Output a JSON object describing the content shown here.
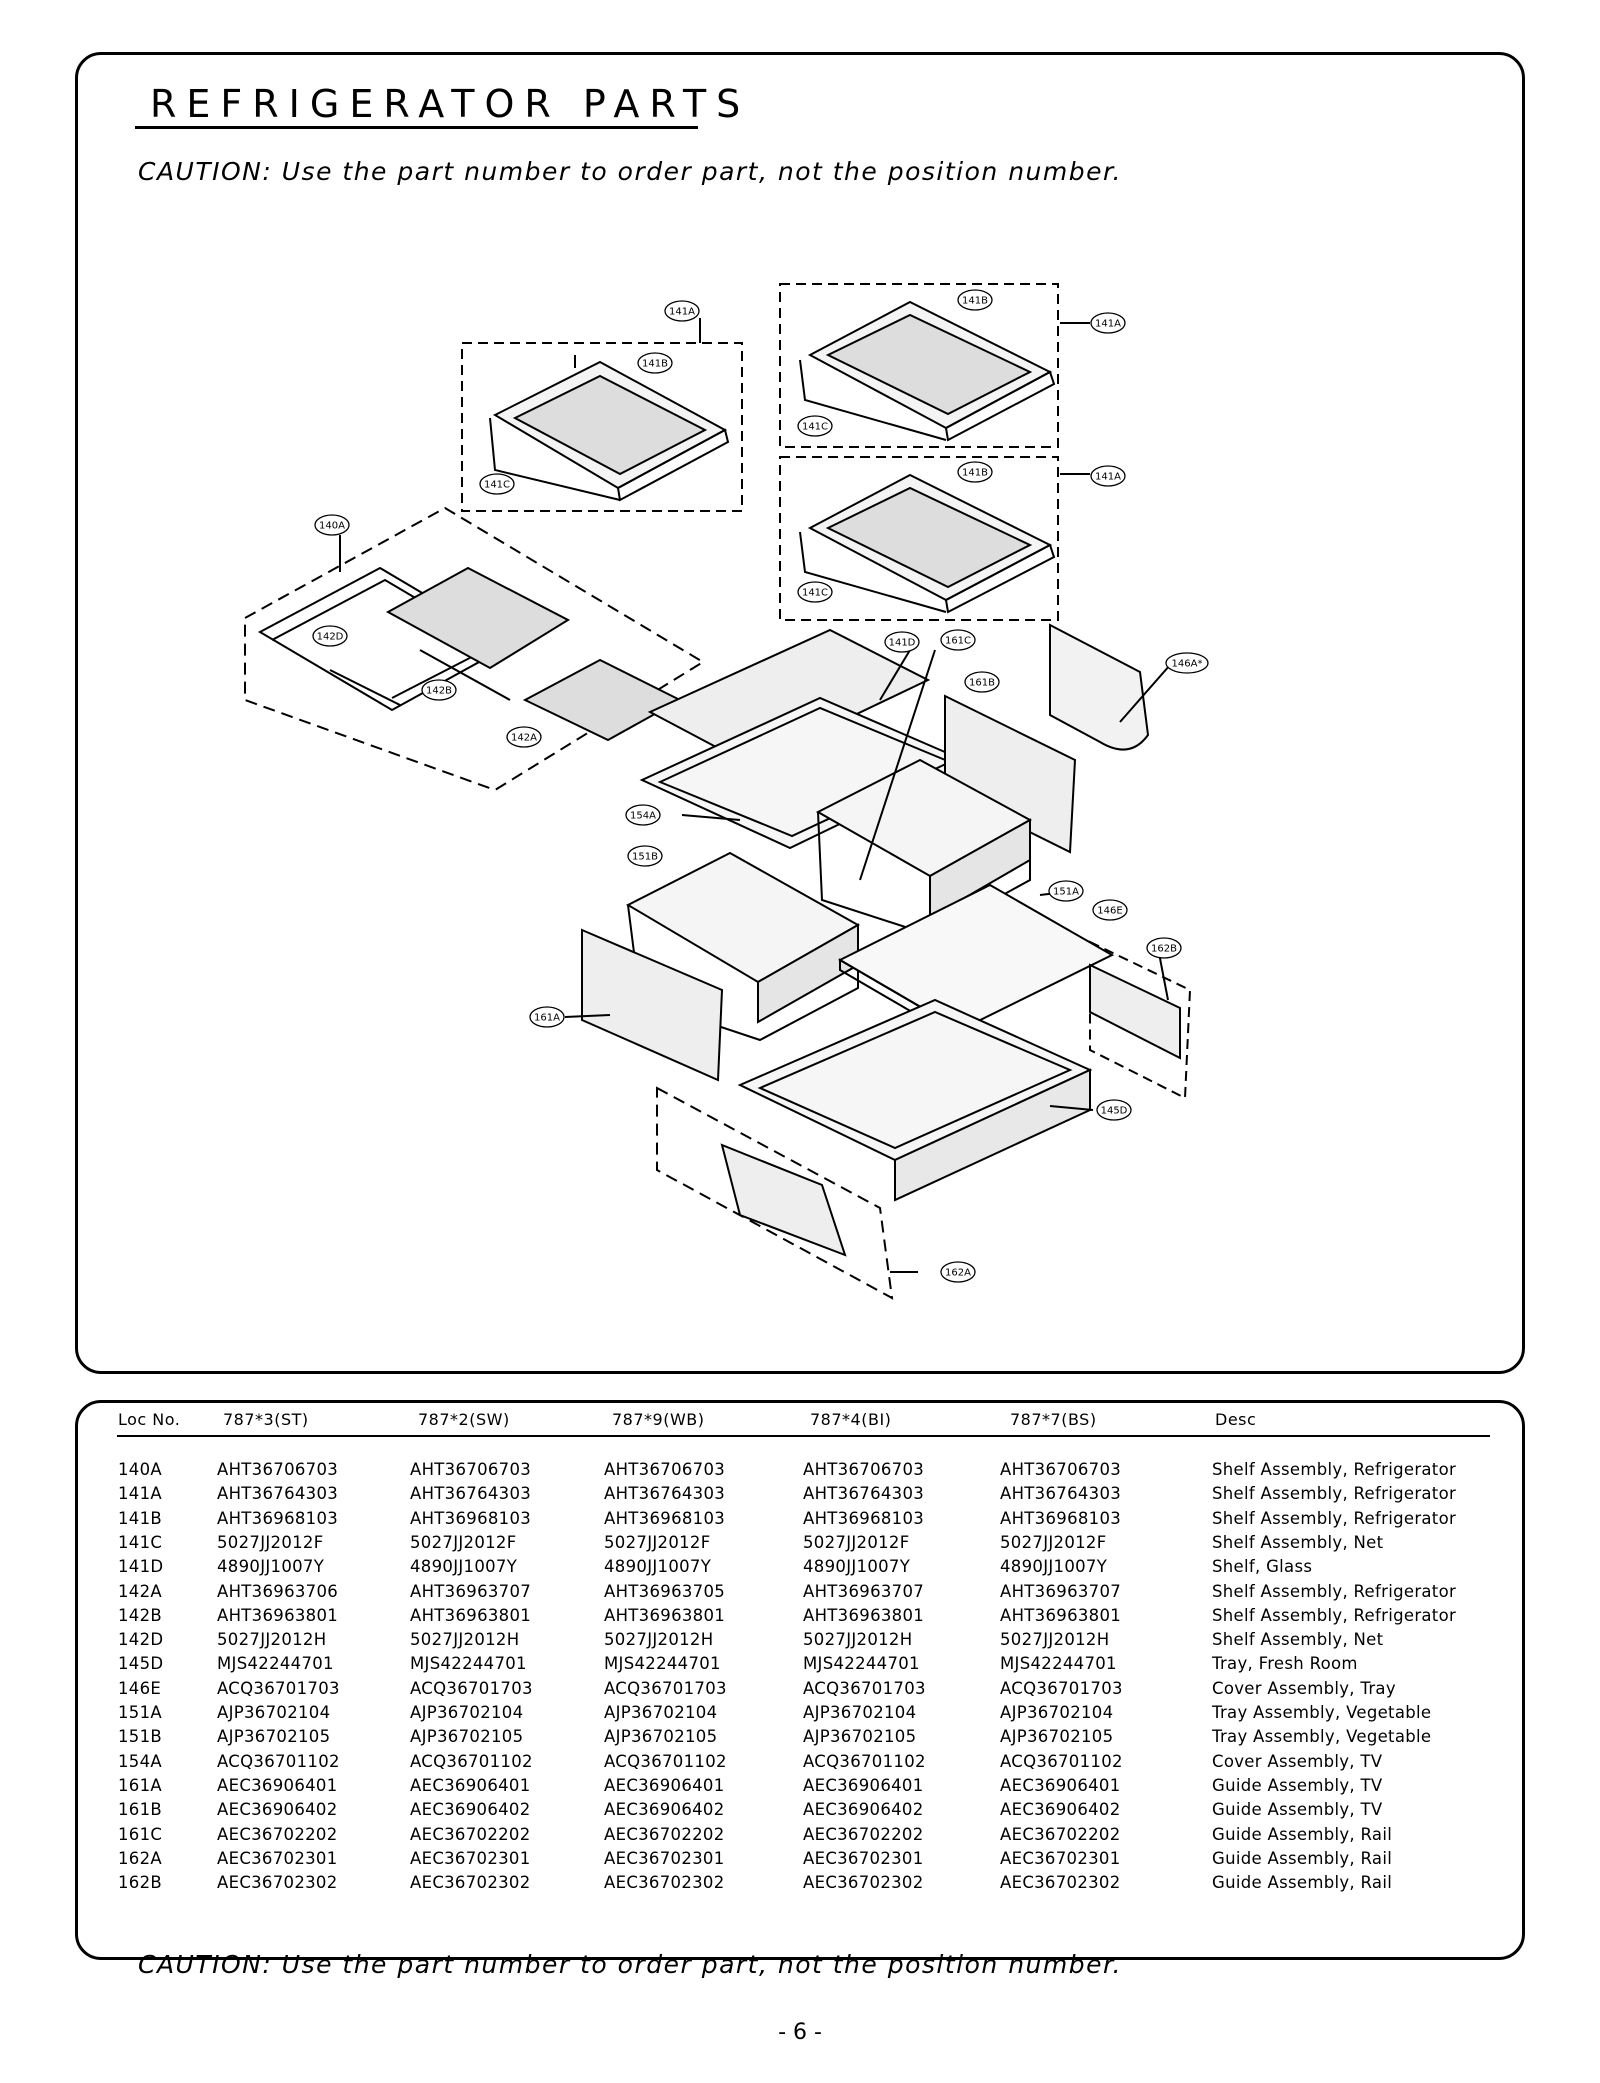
{
  "header": {
    "title": "REFRIGERATOR PARTS",
    "caution_top": "CAUTION: Use the part number to order part, not the position number."
  },
  "diagram": {
    "callouts": [
      "141A",
      "141B",
      "141C",
      "141B",
      "141A",
      "141C",
      "141B",
      "141A",
      "141C",
      "140A",
      "142D",
      "142B",
      "142A",
      "141D",
      "161C",
      "161B",
      "146A*",
      "154A",
      "151B",
      "151A",
      "146E",
      "162B",
      "161A",
      "145D",
      "162A"
    ]
  },
  "table": {
    "columns": [
      "Loc No.",
      "787*3(ST)",
      "787*2(SW)",
      "787*9(WB)",
      "787*4(BI)",
      "787*7(BS)",
      "Desc"
    ],
    "rows": [
      [
        "140A",
        "AHT36706703",
        "AHT36706703",
        "AHT36706703",
        "AHT36706703",
        "AHT36706703",
        "Shelf Assembly, Refrigerator"
      ],
      [
        "141A",
        "AHT36764303",
        "AHT36764303",
        "AHT36764303",
        "AHT36764303",
        "AHT36764303",
        "Shelf Assembly, Refrigerator"
      ],
      [
        "141B",
        "AHT36968103",
        "AHT36968103",
        "AHT36968103",
        "AHT36968103",
        "AHT36968103",
        "Shelf Assembly, Refrigerator"
      ],
      [
        "141C",
        "5027JJ2012F",
        "5027JJ2012F",
        "5027JJ2012F",
        "5027JJ2012F",
        "5027JJ2012F",
        "Shelf Assembly, Net"
      ],
      [
        "141D",
        "4890JJ1007Y",
        "4890JJ1007Y",
        "4890JJ1007Y",
        "4890JJ1007Y",
        "4890JJ1007Y",
        "Shelf, Glass"
      ],
      [
        "142A",
        "AHT36963706",
        "AHT36963707",
        "AHT36963705",
        "AHT36963707",
        "AHT36963707",
        "Shelf Assembly, Refrigerator"
      ],
      [
        "142B",
        "AHT36963801",
        "AHT36963801",
        "AHT36963801",
        "AHT36963801",
        "AHT36963801",
        "Shelf Assembly, Refrigerator"
      ],
      [
        "142D",
        "5027JJ2012H",
        "5027JJ2012H",
        "5027JJ2012H",
        "5027JJ2012H",
        "5027JJ2012H",
        "Shelf Assembly, Net"
      ],
      [
        "145D",
        "MJS42244701",
        "MJS42244701",
        "MJS42244701",
        "MJS42244701",
        "MJS42244701",
        "Tray, Fresh Room"
      ],
      [
        "146E",
        "ACQ36701703",
        "ACQ36701703",
        "ACQ36701703",
        "ACQ36701703",
        "ACQ36701703",
        "Cover Assembly, Tray"
      ],
      [
        "151A",
        "AJP36702104",
        "AJP36702104",
        "AJP36702104",
        "AJP36702104",
        "AJP36702104",
        "Tray Assembly, Vegetable"
      ],
      [
        "151B",
        "AJP36702105",
        "AJP36702105",
        "AJP36702105",
        "AJP36702105",
        "AJP36702105",
        "Tray Assembly, Vegetable"
      ],
      [
        "154A",
        "ACQ36701102",
        "ACQ36701102",
        "ACQ36701102",
        "ACQ36701102",
        "ACQ36701102",
        "Cover Assembly, TV"
      ],
      [
        "161A",
        "AEC36906401",
        "AEC36906401",
        "AEC36906401",
        "AEC36906401",
        "AEC36906401",
        "Guide Assembly, TV"
      ],
      [
        "161B",
        "AEC36906402",
        "AEC36906402",
        "AEC36906402",
        "AEC36906402",
        "AEC36906402",
        "Guide Assembly, TV"
      ],
      [
        "161C",
        "AEC36702202",
        "AEC36702202",
        "AEC36702202",
        "AEC36702202",
        "AEC36702202",
        "Guide Assembly, Rail"
      ],
      [
        "162A",
        "AEC36702301",
        "AEC36702301",
        "AEC36702301",
        "AEC36702301",
        "AEC36702301",
        "Guide Assembly, Rail"
      ],
      [
        "162B",
        "AEC36702302",
        "AEC36702302",
        "AEC36702302",
        "AEC36702302",
        "AEC36702302",
        "Guide Assembly, Rail"
      ]
    ]
  },
  "footer": {
    "caution_bottom": "CAUTION: Use the part number to order part, not the position number.",
    "page_number": "- 6 -"
  }
}
